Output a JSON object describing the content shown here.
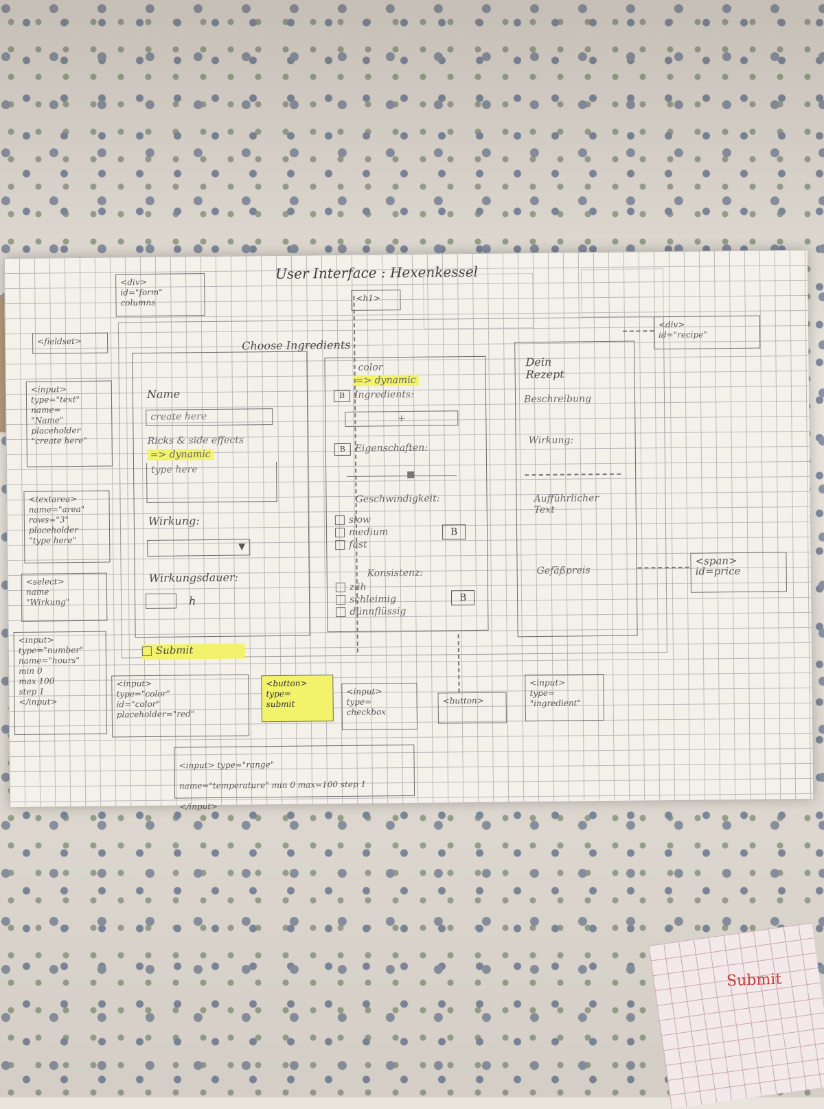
{
  "header": {
    "title": "User Interface",
    "subtitle": "Hexenkessel"
  },
  "notes": {
    "top_left": "<div>\nid=\"form\"\ncolumns",
    "h1": "<h1>",
    "fieldset": "<fieldset>",
    "right_div": "<div>\nid=\"recipe\"",
    "text_input": "<input>\ntype=\"text\"\nname=\n\"Name\"\nplaceholder\n\"create here\"",
    "textarea": "<textarea>\nname=\"area\"\nrows=\"3\"\nplaceholder\n\"type here\"",
    "select": "<select>\nname\n\"Wirkung\"",
    "number": "<input>\ntype=\"number\"\nname=\"hours\"\nmin 0\nmax 100\nstep 1\n</input>",
    "color": "<input>\ntype=\"color\"\nid=\"color\"\nplaceholder=\"red\"",
    "button_submit": "<button>\ntype=\nsubmit",
    "checkbox": "<input>\ntype=\ncheckbox",
    "button": "<button>",
    "range_top": "<input> type=\"range\"",
    "range_bottom": "name=\"temperature\" min 0 max=100 step 1",
    "range_end": "</input>",
    "span_price": "<span>\nid=price",
    "ingredient_input": "<input>\ntype=\n\"ingredient\""
  },
  "form": {
    "choose_ingredients": "Choose Ingredients",
    "name_label": "Name",
    "name_placeholder": "create here",
    "effects_label": "Ricks & side effects",
    "dynamic_1": "=> dynamic",
    "textarea_placeholder": "type here",
    "wirkung_label": "Wirkung:",
    "select_arrow": "▼",
    "duration_label": "Wirkungsdauer:",
    "duration_unit": "h",
    "submit_label": "Submit"
  },
  "ingredients": {
    "color_label": "color",
    "dynamic_2": "=> dynamic",
    "ingredients_label": "Ingredients:",
    "plus": "+",
    "properties_label": "Eigenschaften:",
    "speed_label": "Geschwindigkeit:",
    "speed_options": [
      "slow",
      "medium",
      "fast"
    ],
    "consistency_label": "Konsistenz:",
    "consistency_options": [
      "zäh",
      "schleimig",
      "dünnflüssig"
    ],
    "b_button": "B"
  },
  "recipe": {
    "title": "Dein Rezept",
    "beschreibung": "Beschreibung",
    "wirkung": "Wirkung:",
    "risk": "Aufführlicher Text",
    "price": "Gefäßpreis"
  }
}
